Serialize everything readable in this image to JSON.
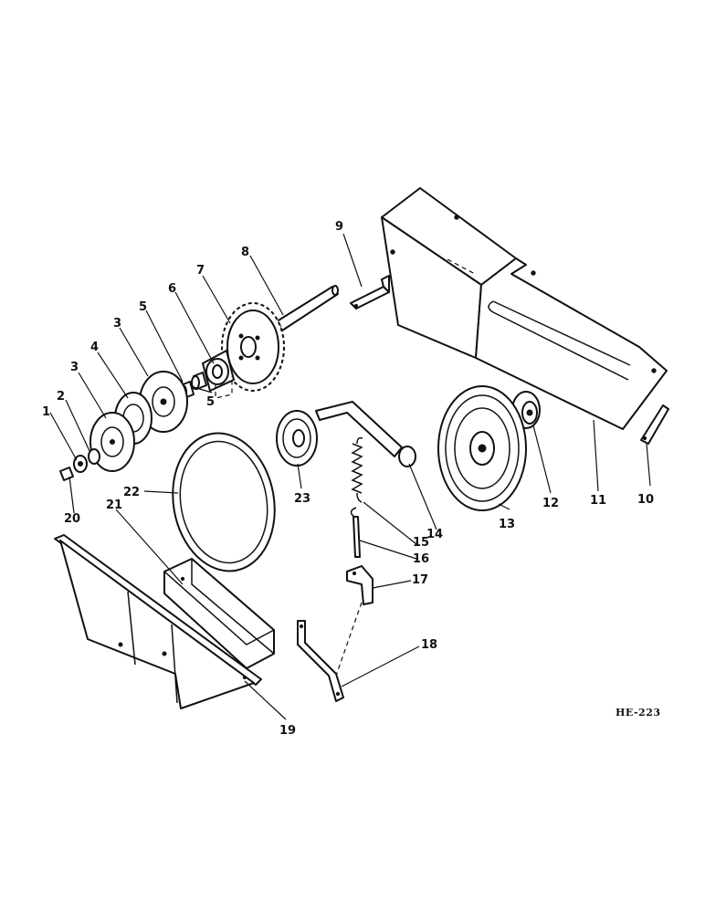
{
  "drawing_ref": "HE-223",
  "callouts": [
    "1",
    "2",
    "3",
    "3",
    "3",
    "4",
    "5",
    "5",
    "6",
    "7",
    "8",
    "9",
    "10",
    "11",
    "12",
    "13",
    "14",
    "15",
    "16",
    "17",
    "18",
    "19",
    "20",
    "21",
    "22",
    "23"
  ]
}
